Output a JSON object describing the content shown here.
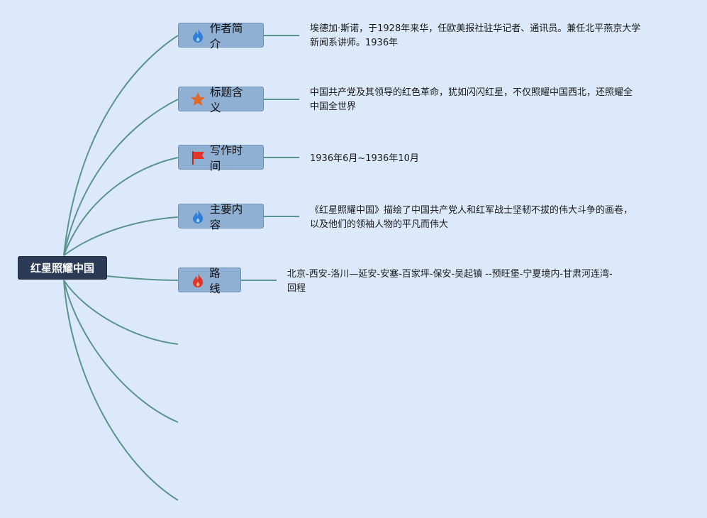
{
  "root": {
    "label": "红星照耀中国"
  },
  "colors": {
    "line": "#5b9391",
    "topic_bg": "#8fafd3",
    "root_bg": "#2b3a55",
    "canvas_bg": "#dce9fb"
  },
  "branches": [
    {
      "label": "作者简介",
      "icon": "fire-icon-blue",
      "detail": [
        "埃德加·斯诺，于1928年来华，任欧美报社驻华记者、通讯员。兼任北平燕京大学",
        "新闻系讲师。1936年"
      ]
    },
    {
      "label": "标题含义",
      "icon": "star-icon",
      "detail": [
        "中国共产党及其领导的红色革命，犹如闪闪红星，不仅照耀中国西北，还照耀全",
        "中国全世界"
      ]
    },
    {
      "label": "写作时间",
      "icon": "flag-icon",
      "detail": [
        "1936年6月~1936年10月"
      ]
    },
    {
      "label": "主要内容",
      "icon": "fire-icon-blue",
      "detail": [
        "《红星照耀中国》描绘了中国共产党人和红军战士坚韧不拔的伟大斗争的画卷，",
        "以及他们的领袖人物的平凡而伟大"
      ]
    },
    {
      "label": "路线",
      "icon": "fire-icon-red",
      "detail": [
        "北京-西安-洛川—延安-安塞-百家坪-保安-吴起镇 --预旺堡-宁夏境内-甘肃河连湾-",
        "回程"
      ]
    }
  ]
}
